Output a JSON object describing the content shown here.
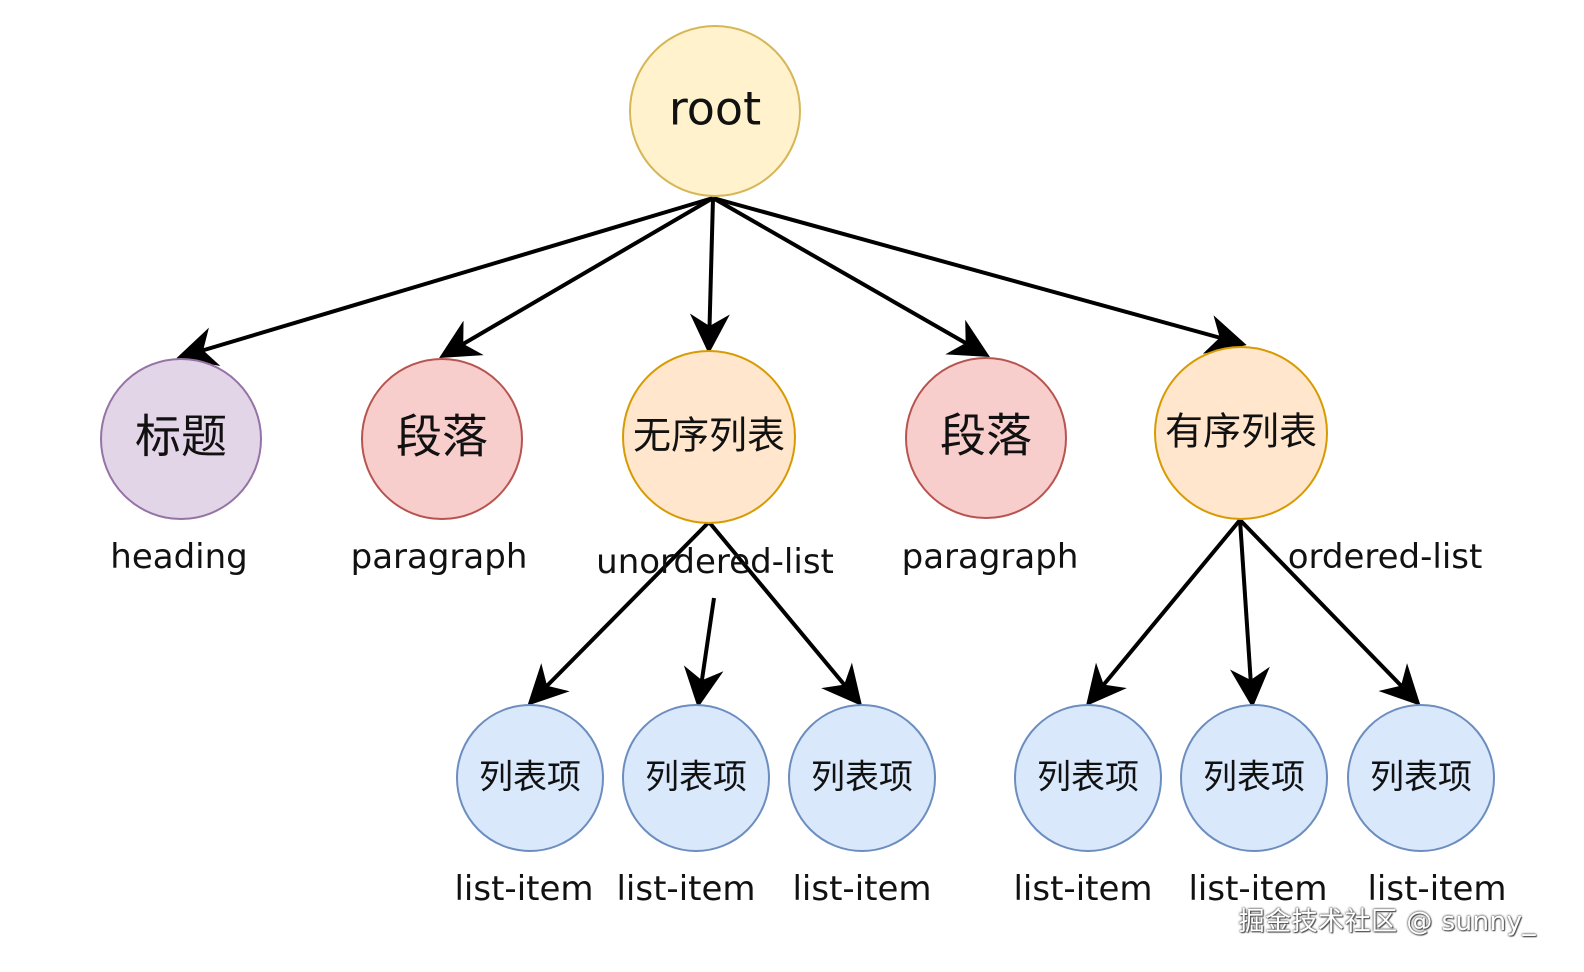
{
  "diagram": {
    "colors": {
      "root_fill": "#fff2cc",
      "root_stroke": "#d6b656",
      "heading_fill": "#e1d5e7",
      "heading_stroke": "#9673a6",
      "paragraph_fill": "#f8cecc",
      "paragraph_stroke": "#b85450",
      "list_fill": "#ffe6cc",
      "list_stroke": "#d79b00",
      "item_fill": "#dae8fc",
      "item_stroke": "#6c8ebf",
      "edge": "#000000"
    },
    "nodes": {
      "root": {
        "label": "root"
      },
      "heading": {
        "label": "标题",
        "caption": "heading"
      },
      "paragraph1": {
        "label": "段落",
        "caption": "paragraph"
      },
      "unordered_list": {
        "label": "无序列表",
        "caption": "unordered-list"
      },
      "paragraph2": {
        "label": "段落",
        "caption": "paragraph"
      },
      "ordered_list": {
        "label": "有序列表",
        "caption": "ordered-list"
      },
      "ul_item1": {
        "label": "列表项",
        "caption": "list-item"
      },
      "ul_item2": {
        "label": "列表项",
        "caption": "list-item"
      },
      "ul_item3": {
        "label": "列表项",
        "caption": "list-item"
      },
      "ol_item1": {
        "label": "列表项",
        "caption": "list-item"
      },
      "ol_item2": {
        "label": "列表项",
        "caption": "list-item"
      },
      "ol_item3": {
        "label": "列表项",
        "caption": "list-item"
      }
    },
    "edges": [
      {
        "from": "root",
        "to": "heading"
      },
      {
        "from": "root",
        "to": "paragraph1"
      },
      {
        "from": "root",
        "to": "unordered_list"
      },
      {
        "from": "root",
        "to": "paragraph2"
      },
      {
        "from": "root",
        "to": "ordered_list"
      },
      {
        "from": "unordered_list",
        "to": "ul_item1"
      },
      {
        "from": "unordered_list",
        "to": "ul_item2"
      },
      {
        "from": "unordered_list",
        "to": "ul_item3"
      },
      {
        "from": "ordered_list",
        "to": "ol_item1"
      },
      {
        "from": "ordered_list",
        "to": "ol_item2"
      },
      {
        "from": "ordered_list",
        "to": "ol_item3"
      }
    ]
  },
  "watermark": "掘金技术社区 @ sunny_"
}
